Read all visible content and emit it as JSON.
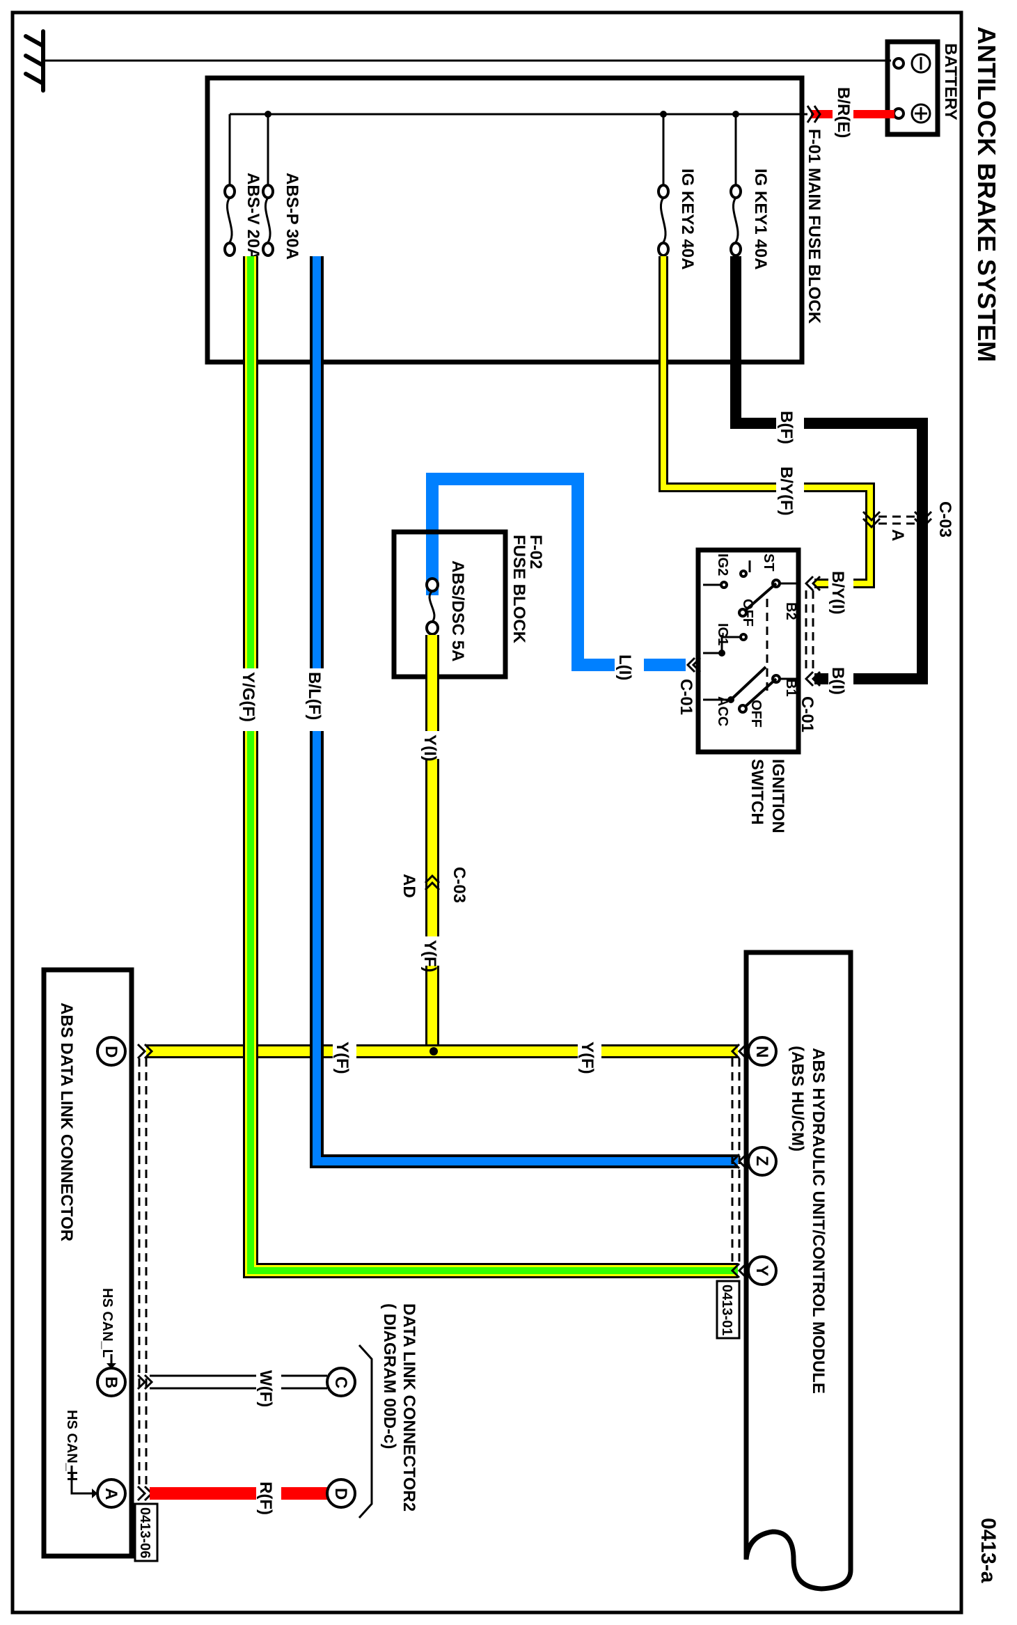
{
  "sheet": {
    "title": "ANTILOCK BRAKE SYSTEM",
    "page_code": "0413-a"
  },
  "colors": {
    "black": "#000000",
    "red": "#ff0000",
    "yellow": "#ffff00",
    "blue": "#0080ff",
    "green": "#33ff00",
    "white": "#ffffff"
  },
  "components": {
    "ground": {
      "label": ""
    },
    "battery": {
      "label": "BATTERY",
      "neg": "−",
      "pos": "+"
    },
    "main_fuse_block": {
      "label": "F-01 MAIN FUSE BLOCK",
      "fuses": [
        {
          "name": "IG KEY1 40A"
        },
        {
          "name": "IG KEY2 40A"
        },
        {
          "name": "ABS-P 30A"
        },
        {
          "name": "ABS-V 20A"
        }
      ]
    },
    "fuse_block_f02": {
      "id": "F-02",
      "label": "FUSE BLOCK",
      "fuse": "ABS/DSC 5A"
    },
    "ignition_switch": {
      "label_line1": "IGNITION",
      "label_line2": "SWITCH",
      "terminals": {
        "st": "ST",
        "ig2": "IG2",
        "ig1": "IG1",
        "acc": "ACC",
        "b1": "B1",
        "b2": "B2",
        "off_upper": "OFF",
        "off_lower": "OFF"
      }
    },
    "abs_hu_cm": {
      "label_line1": "ABS HYDRAULIC UNIT/CONTROL MODULE",
      "label_line2": "(ABS HU/CM)",
      "pins": [
        "N",
        "Z",
        "Y"
      ],
      "ref": "0413-01"
    },
    "abs_dlc": {
      "label": "ABS DATA LINK CONNECTOR",
      "pins": [
        "D",
        "B",
        "A"
      ],
      "can_l": "HS CAN_L",
      "can_h": "HS CAN_H",
      "ref": "0413-06"
    },
    "dlc2": {
      "label_line1": "DATA LINK CONNECTOR2",
      "label_line2": "( DIAGRAM 00D-c)",
      "pins": [
        "C",
        "D"
      ]
    }
  },
  "connectors": {
    "c01_top": "C-01",
    "c01_left": "C-01",
    "c03_top": "C-03",
    "c03_top_pin": "A",
    "c03_mid": "C-03",
    "c03_mid_pin": "AD"
  },
  "wires": {
    "battery_feed": "B/R(E)",
    "ig_key1_out": "B(F)",
    "ig_key2_out": "B/Y(F)",
    "ign_b2_in": "B/Y(I)",
    "ign_b1_in": "B(I)",
    "ign_ig1_out": "L(I)",
    "f02_out_i": "Y(I)",
    "f02_out_f": "Y(F)",
    "y_to_hu": "Y(F)",
    "y_to_dlc": "Y(F)",
    "abs_p_out": "B/L(F)",
    "abs_v_out": "Y/G(F)",
    "can_l_wire": "W(F)",
    "can_h_wire": "R(F)"
  }
}
